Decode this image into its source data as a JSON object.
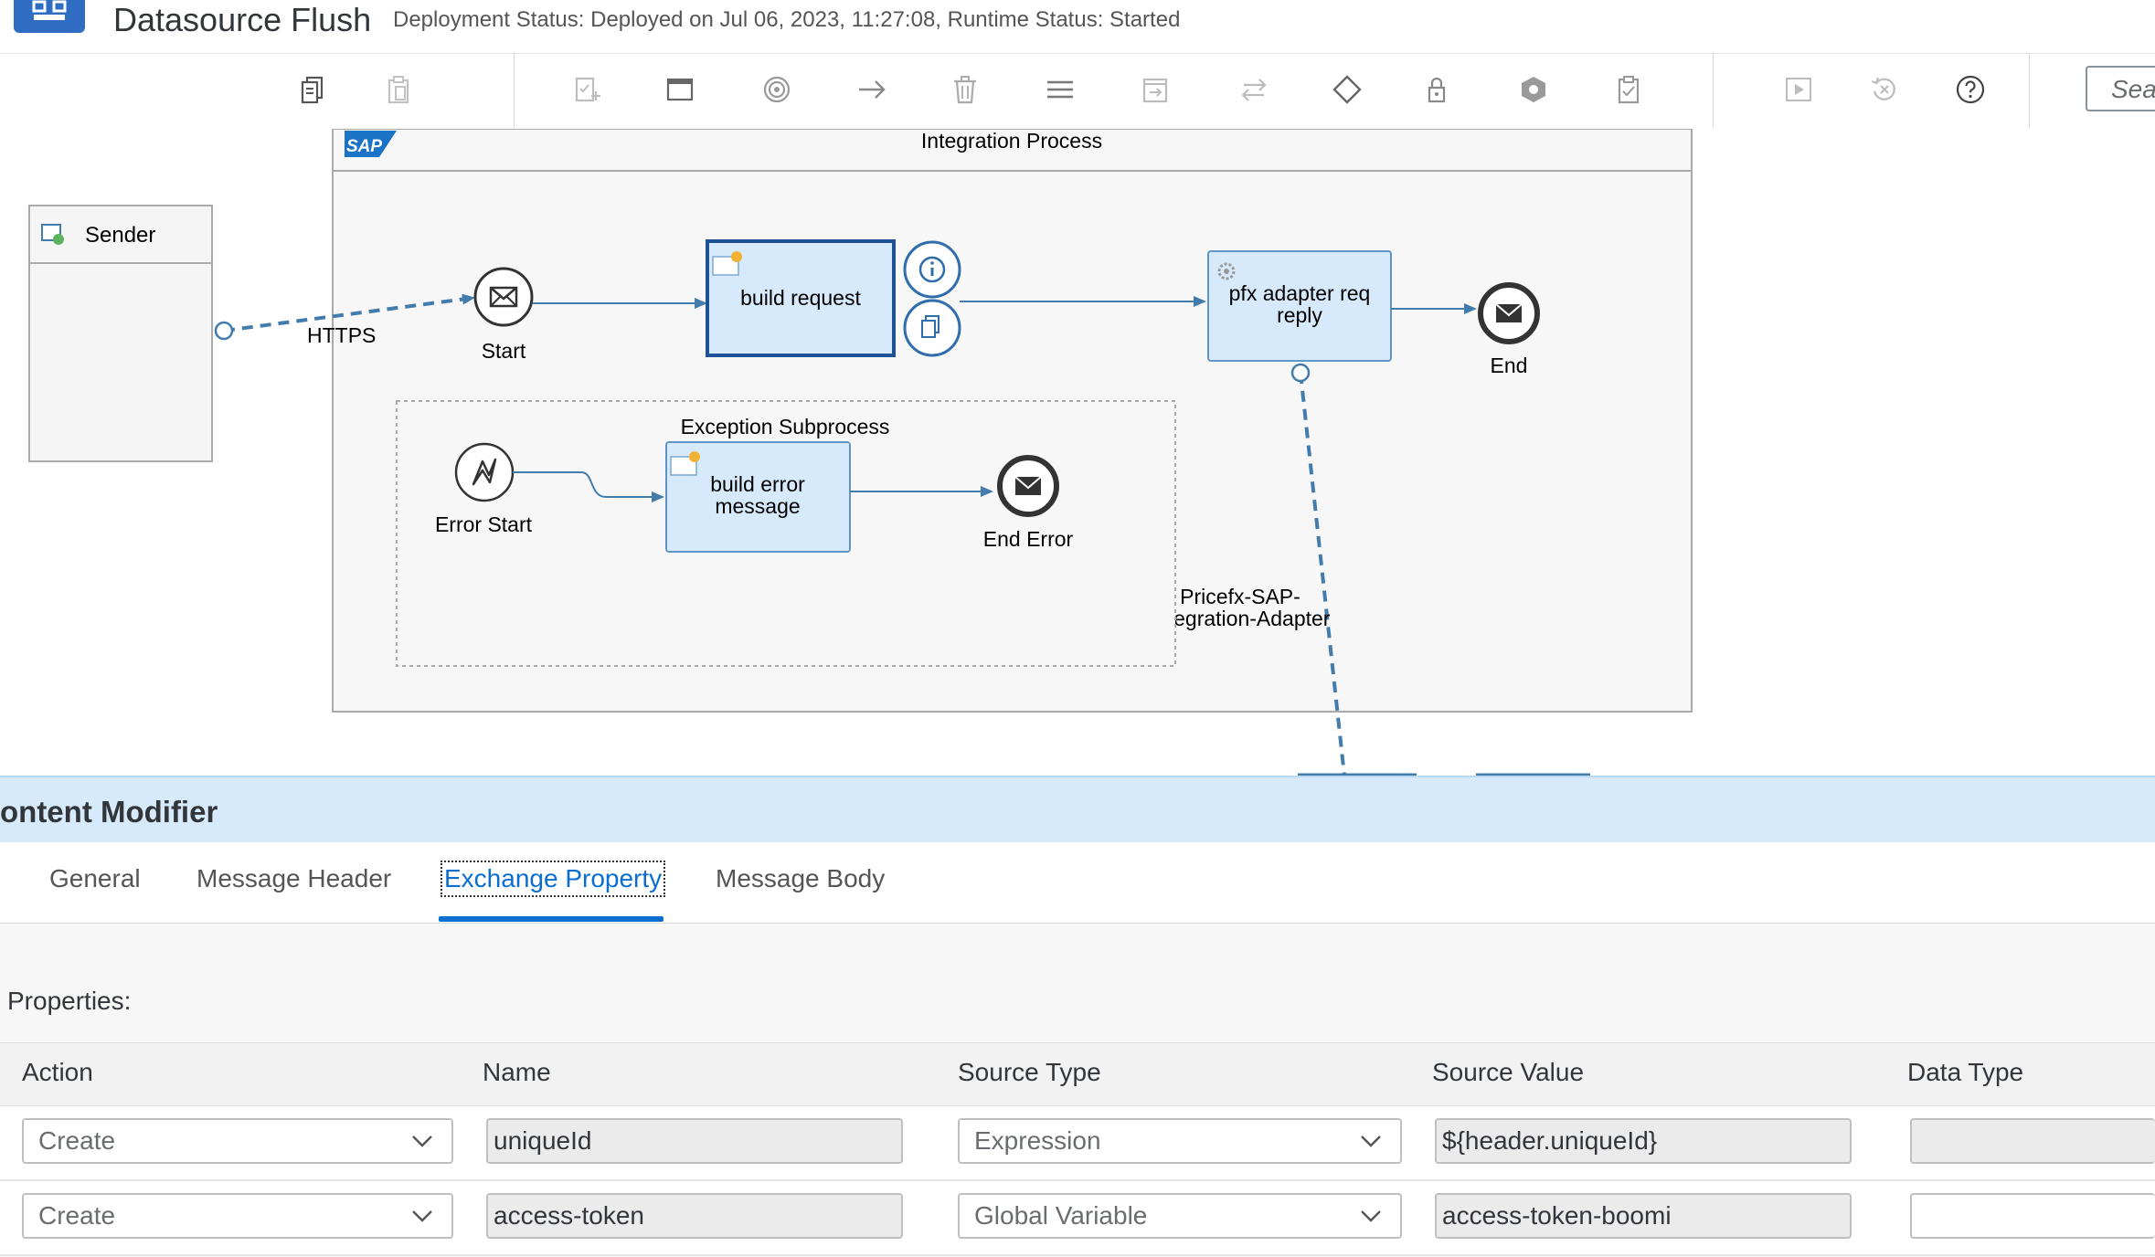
{
  "header": {
    "title": "Datasource Flush",
    "deployment_status": "Deployment Status: Deployed on Jul 06, 2023, 11:27:08, Runtime Status: Started"
  },
  "toolbar": {
    "buttons": [
      "copy-icon",
      "paste-icon",
      "add-step-icon",
      "window-icon",
      "target-icon",
      "arrow-icon",
      "trash-icon",
      "menu-icon",
      "export-icon",
      "swap-icon",
      "diamond-icon",
      "lock-icon",
      "package-icon",
      "clipboard-icon",
      "play-icon",
      "undo-icon",
      "help-icon"
    ],
    "search_placeholder": "Sear"
  },
  "diagram": {
    "integration_process_label": "Integration Process",
    "sap_logo": "SAP",
    "sender_label": "Sender",
    "https_label": "HTTPS",
    "start_label": "Start",
    "build_request_label": "build request",
    "pfx_line1": "pfx adapter req",
    "pfx_line2": "reply",
    "end_label": "End",
    "exception_subprocess_label": "Exception Subprocess",
    "error_start_label": "Error Start",
    "build_error_line1": "build error",
    "build_error_line2": "message",
    "end_error_label": "End Error",
    "adapter_line1": "Pricefx-SAP-",
    "adapter_line2": "Integration-Adapter",
    "collapse_handle": "...."
  },
  "panel": {
    "title": "ontent Modifier",
    "tabs": [
      "General",
      "Message Header",
      "Exchange Property",
      "Message Body"
    ],
    "active_tab": "Exchange Property",
    "properties_label": "Properties:",
    "columns": [
      "Action",
      "Name",
      "Source Type",
      "Source Value",
      "Data Type"
    ],
    "rows": [
      {
        "action": "Create",
        "name": "uniqueId",
        "source_type": "Expression",
        "source_value": "${header.uniqueId}",
        "data_type": ""
      },
      {
        "action": "Create",
        "name": "access-token",
        "source_type": "Global Variable",
        "source_value": "access-token-boomi",
        "data_type": ""
      }
    ]
  },
  "colors": {
    "accent": "#0a6ed1",
    "panel_header_bg": "#d6eafb",
    "step_fill": "#d6eafb",
    "connector": "#427cac"
  }
}
